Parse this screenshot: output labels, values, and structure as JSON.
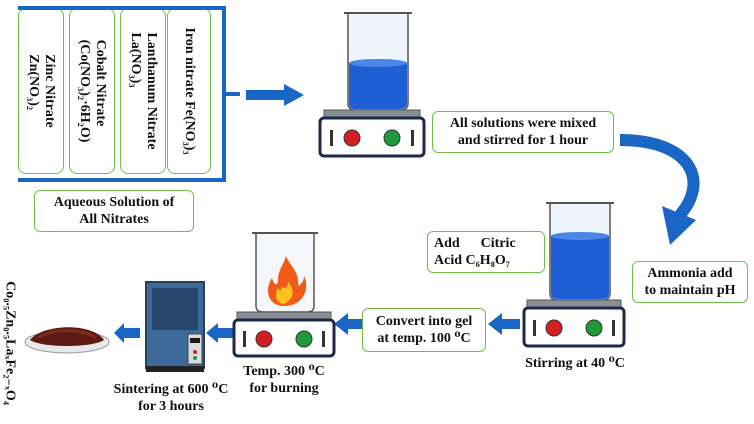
{
  "nitrates": {
    "iron": "Iron nitrate Fe(NO₃)₃",
    "lanthanum_line1": "Lanthanum Nitrate",
    "lanthanum_line2": "La(NO₃)₃",
    "cobalt_line1": "Cobalt Nitrate",
    "cobalt_line2": "(Co(NO₃)₂·6H₂O)",
    "zinc_line1": "Zinc Nitrate",
    "zinc_line2": "Zn(NO₃)₂"
  },
  "aqueous_line1": "Aqueous Solution of",
  "aqueous_line2": "All Nitrates",
  "step_mixed_line1": "All solutions were mixed",
  "step_mixed_line2": "and stirred for 1 hour",
  "citric_line1": "Add      Citric",
  "citric_line2": "Acid C₆H₈O₇",
  "ammonia_line1": "Ammonia add",
  "ammonia_line2": "to maintain pH",
  "stirring": "Stirring at 40 ⁰C",
  "gel_line1": "Convert into gel",
  "gel_line2": "at temp. 100 ⁰C",
  "burning_line1": "Temp. 300 ⁰C",
  "burning_line2": "for burning",
  "sintering_line1": "Sintering at 600 ⁰C",
  "sintering_line2": "for 3 hours",
  "product_formula": "Co₀.₅Zn₀.₅LaₓFe₂₋ₓO₄",
  "colors": {
    "arrow": "#1a66c7",
    "box_border": "#6fbf4a",
    "liquid": "#1f5fd6"
  }
}
